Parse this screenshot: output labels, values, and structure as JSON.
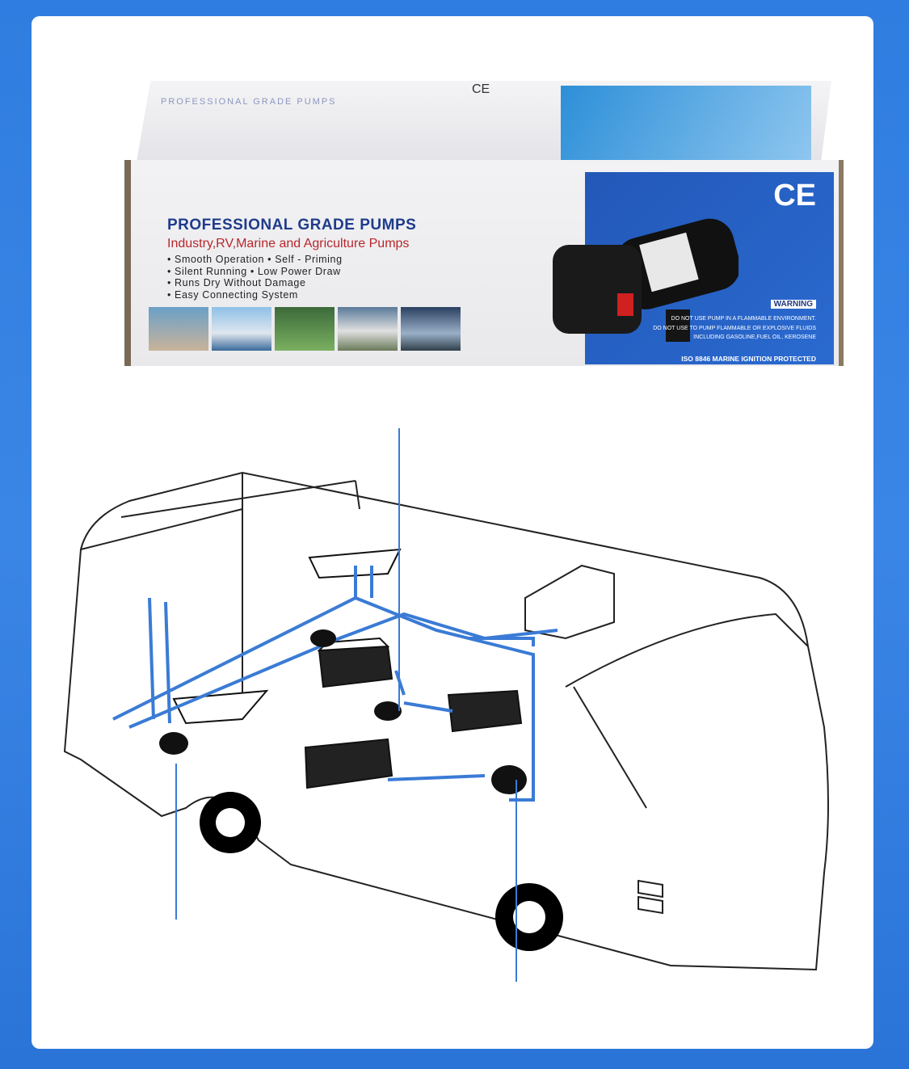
{
  "box": {
    "title": "PROFESSIONAL GRADE PUMPS",
    "subtitle": "Industry,RV,Marine and Agriculture Pumps",
    "features": [
      "• Smooth Operation   • Self - Priming",
      "• Silent Running   • Low Power Draw",
      "• Runs Dry Without Damage",
      "• Easy Connecting System"
    ],
    "top_title": "PROFESSIONAL GRADE PUMPS",
    "ce_mark": "CE",
    "warning_label": "WARNING",
    "warning_lines": [
      "DO NOT USE PUMP IN A FLAMMABLE ENVIRONMENT.",
      "DO NOT USE TO PUMP FLAMMABLE OR EXPLOSIVE FLUIDS",
      "INCLUDING GASOLINE,FUEL OIL, KEROSENE"
    ],
    "certification": "ISO 8846 MARINE IGNITION PROTECTED"
  },
  "colors": {
    "background": "#2f7de0",
    "pipe": "#3a7bd5",
    "title": "#1f3c8a",
    "subtitle": "#b8262a",
    "panel": "#2358b8"
  }
}
